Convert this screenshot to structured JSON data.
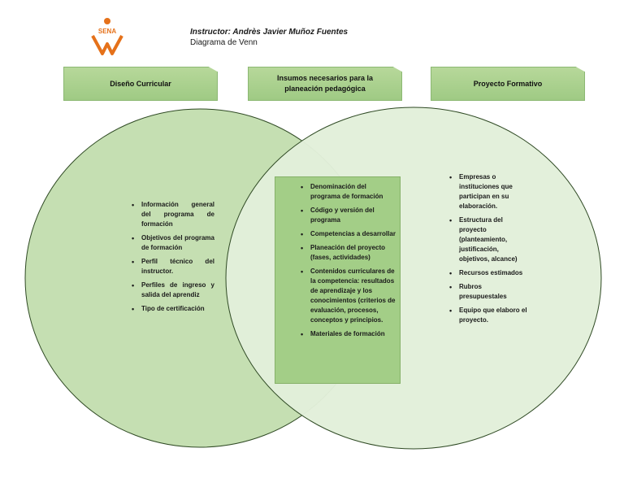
{
  "header": {
    "instructor": "Instructor: Andrès Javier Muñoz Fuentes",
    "subtitle": "Diagrama de Venn",
    "logo_text": "SENA"
  },
  "sections": {
    "left": {
      "title": "Diseño Curricular",
      "items": [
        "Información general del programa de formación",
        "Objetivos del programa de formación",
        "Perfil técnico del instructor.",
        "Perfiles de ingreso y salida del aprendiz",
        "Tipo de certificación"
      ]
    },
    "center": {
      "title_line1": "Insumos necesarios para la",
      "title_line2": "planeación pedagógica",
      "items": [
        "Denominación del programa de formación",
        "Código y versión del programa",
        "Competencias a desarrollar",
        "Planeación del proyecto (fases, actividades)",
        "Contenidos curriculares de la competencia: resultados de aprendizaje y los conocimientos (criterios de evaluación, procesos, conceptos y principios.",
        "Materiales de formación"
      ]
    },
    "right": {
      "title": "Proyecto Formativo",
      "items": [
        "Empresas o instituciones que participan en su elaboración.",
        "Estructura del proyecto (planteamiento, justificación, objetivos, alcance)",
        "Recursos estimados",
        "Rubros presupuestales",
        "Equipo que elaboro el proyecto."
      ]
    }
  },
  "colors": {
    "circle_left": "#c5dfb2",
    "circle_right": "#e2efda",
    "box_fill": "#a3ce87",
    "logo": "#e5711a"
  }
}
